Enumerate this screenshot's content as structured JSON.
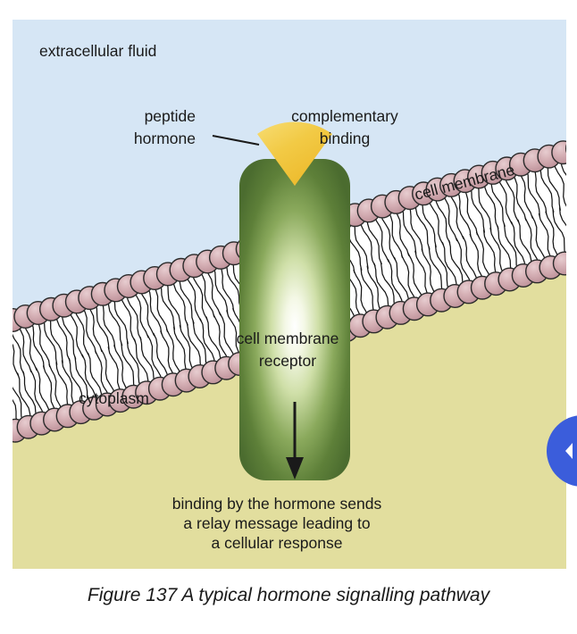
{
  "figure": {
    "caption": "Figure 137 A typical hormone signalling pathway",
    "regions": {
      "extracellular_label": "extracellular fluid",
      "cytoplasm_label": "cytoplasm"
    },
    "labels": {
      "peptide_hormone_line1": "peptide",
      "peptide_hormone_line2": "hormone",
      "complementary_binding_line1": "complementary",
      "complementary_binding_line2": "binding",
      "cell_membrane": "cell membrane",
      "receptor_line1": "cell membrane",
      "receptor_line2": "receptor",
      "response_line1": "binding by the hormone sends",
      "response_line2": "a relay message leading to",
      "response_line3": "a cellular response"
    },
    "colors": {
      "extracellular_fluid": "#d6e6f5",
      "cytoplasm": "#e2de9e",
      "phospholipid_head": "#d2abb0",
      "phospholipid_head_outline": "#2b2b2b",
      "receptor_green_dark": "#4f7031",
      "receptor_green_light": "#f2f7e4",
      "hormone_yellow": "#f0c33c",
      "hormone_yellow_light": "#f6d96a",
      "arrow": "#1a1a1a",
      "nav_button_blue": "#3b5ddb",
      "page_background": "#ffffff"
    }
  },
  "nav": {
    "prev_button_icon": "chevron-left-icon"
  }
}
